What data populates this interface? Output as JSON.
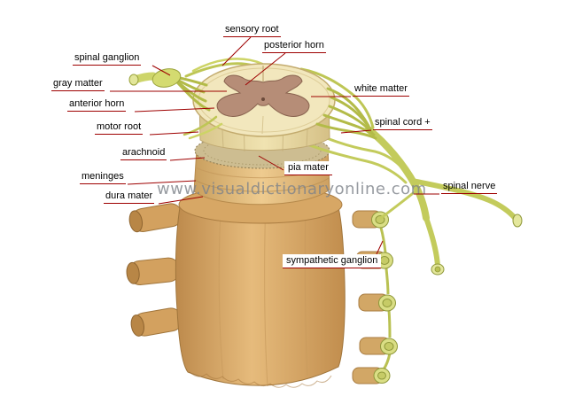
{
  "watermark": "www.visualdictionaryonline.com",
  "labels": {
    "sensory_root": "sensory root",
    "posterior_horn": "posterior horn",
    "spinal_ganglion": "spinal ganglion",
    "gray_matter": "gray matter",
    "anterior_horn": "anterior horn",
    "motor_root": "motor root",
    "arachnoid": "arachnoid",
    "meninges": "meninges",
    "dura_mater": "dura mater",
    "pia_mater": "pia mater",
    "white_matter": "white matter",
    "spinal_cord": "spinal cord +",
    "spinal_nerve": "spinal nerve",
    "sympathetic_ganglion": "sympathetic ganglion"
  },
  "colors": {
    "leader_line": "#9e0000",
    "bone": "#e0b06a",
    "bone_shadow": "#b07f42",
    "disc": "#e8c183",
    "cord_face": "#f2e7bd",
    "gray_matter": "#b68d77",
    "nerve": "#ccd466",
    "background": "#ffffff"
  }
}
